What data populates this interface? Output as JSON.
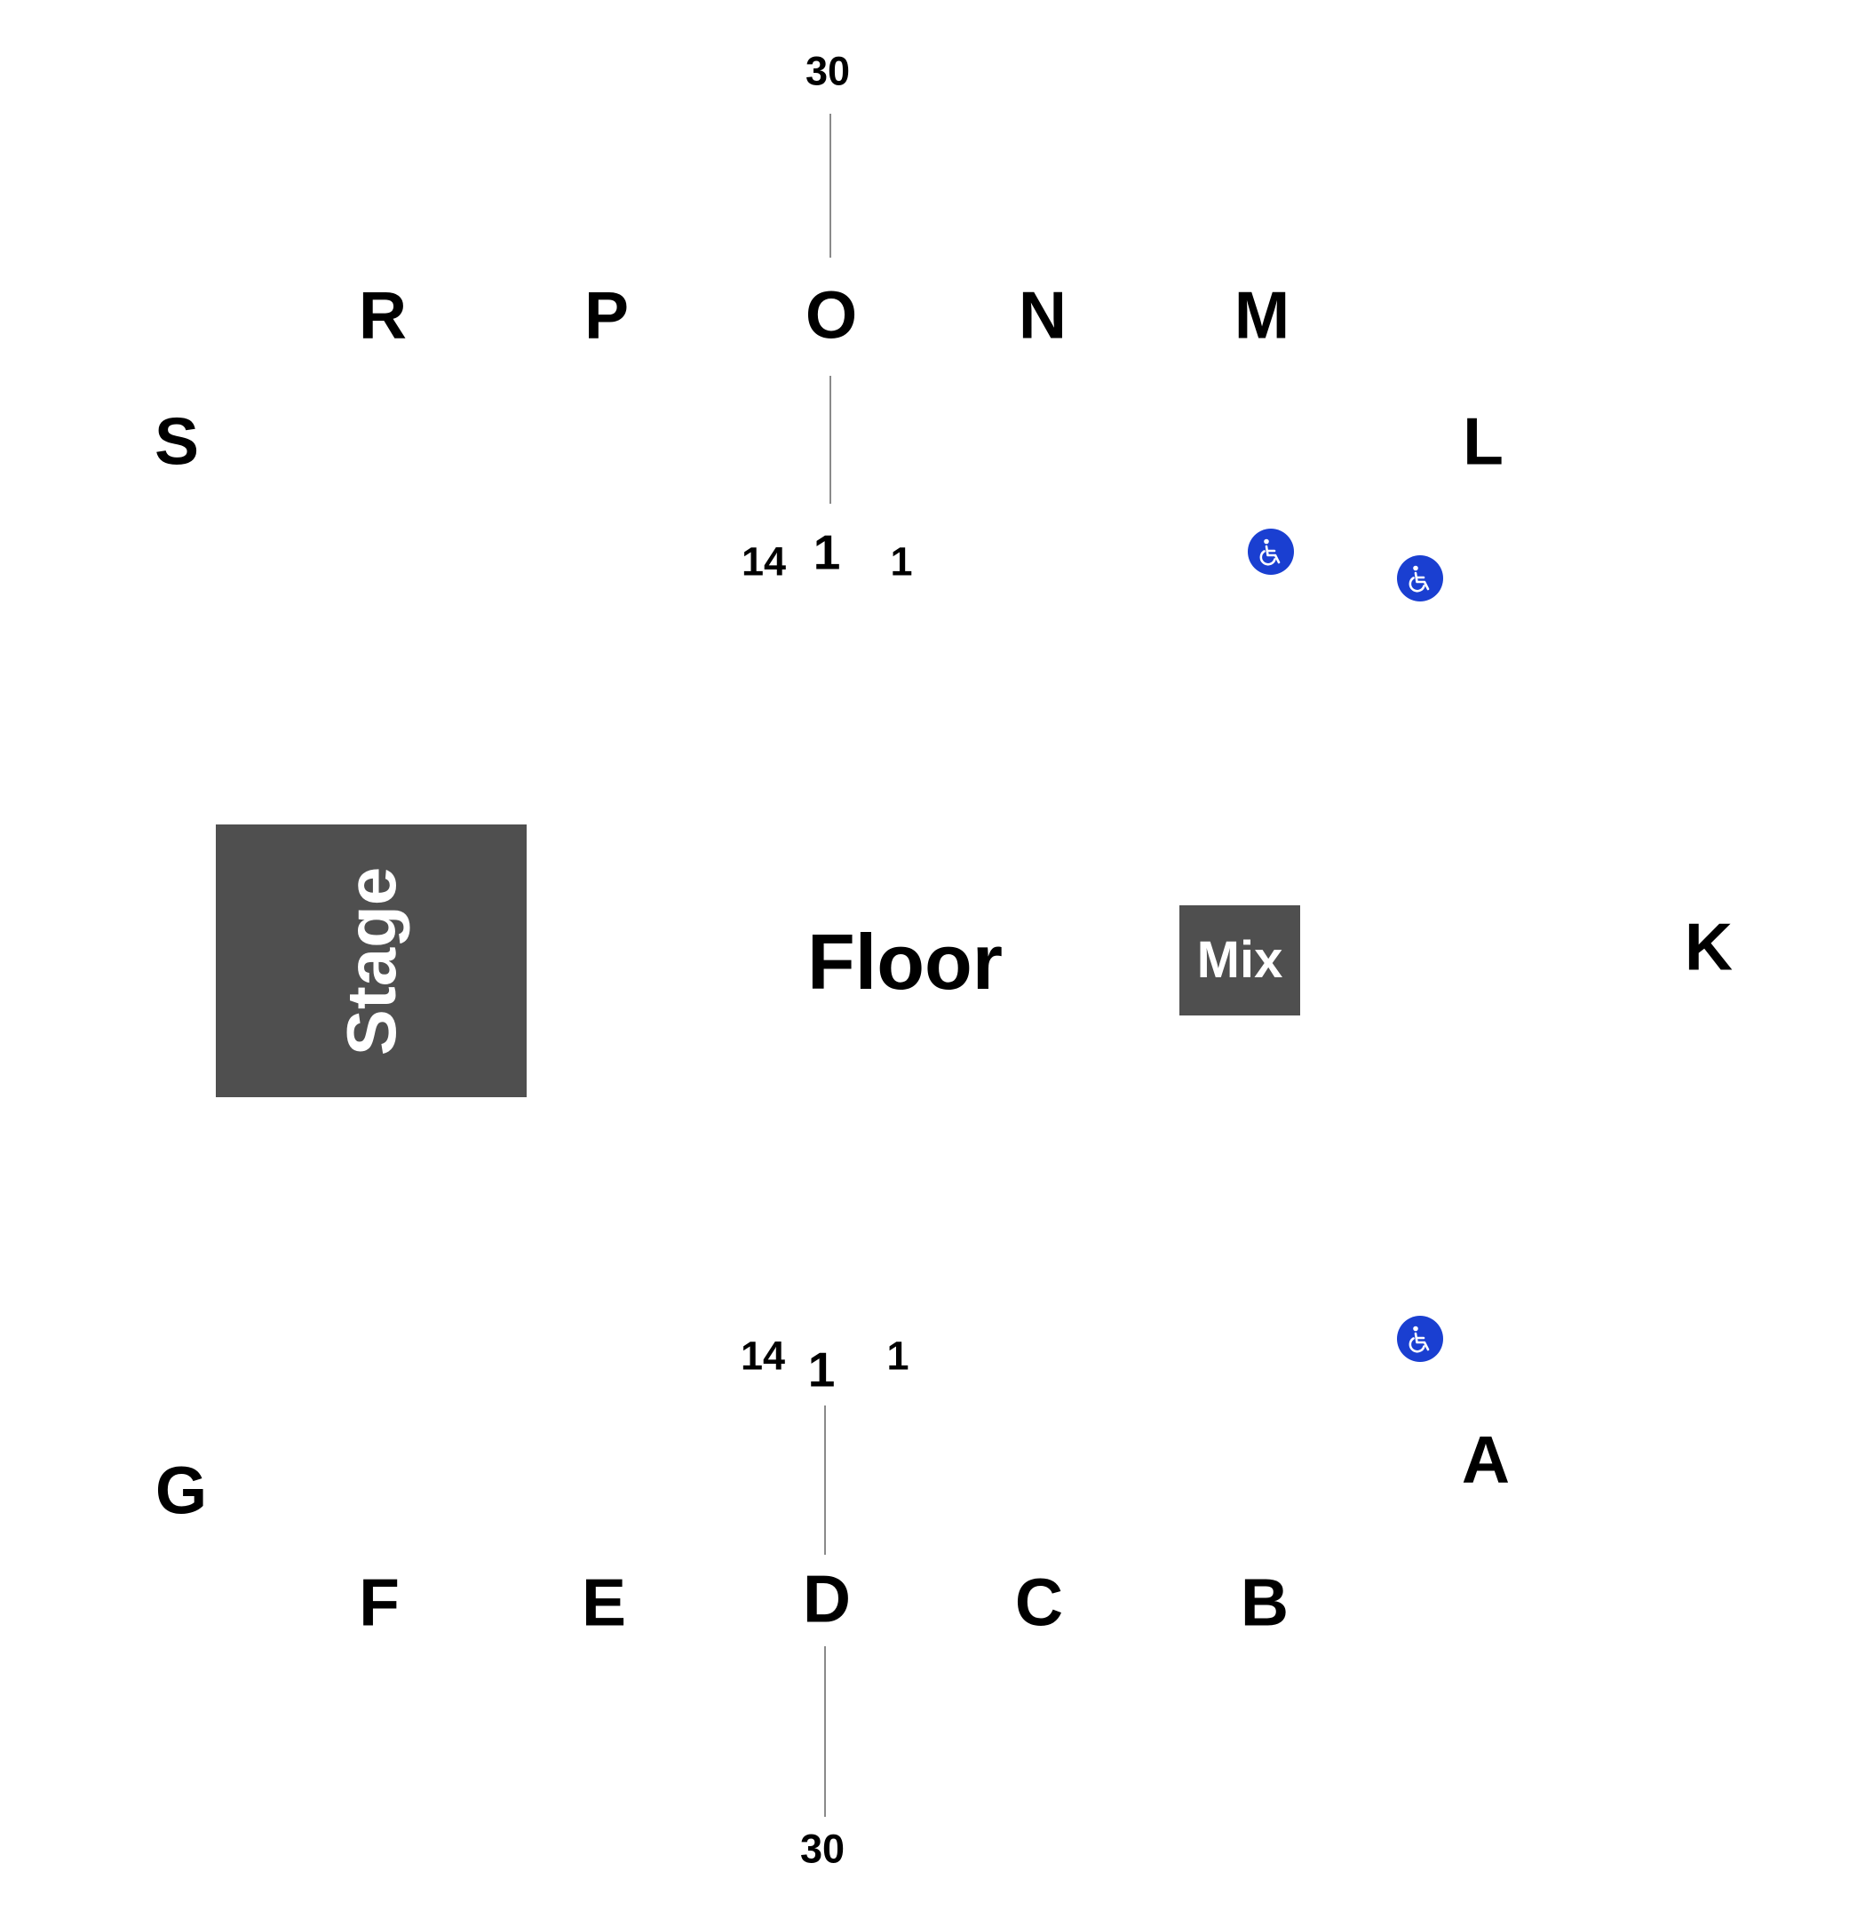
{
  "venue": {
    "stage_label": "Stage",
    "mix_label": "Mix",
    "floor_label": "Floor"
  },
  "sections": {
    "A": "A",
    "B": "B",
    "C": "C",
    "D": "D",
    "E": "E",
    "F": "F",
    "G": "G",
    "K": "K",
    "L": "L",
    "M": "M",
    "N": "N",
    "O": "O",
    "P": "P",
    "R": "R",
    "S": "S"
  },
  "seat_numbers": {
    "upper_top": "30",
    "upper_center": "1",
    "upper_left": "14",
    "upper_right": "1",
    "lower_center": "1",
    "lower_left": "14",
    "lower_right": "1",
    "lower_bottom": "30"
  },
  "accessibility": {
    "icon": "wheelchair-icon",
    "color": "#1a3fd1",
    "count": 3
  },
  "colors": {
    "background": "#ffffff",
    "block_fill": "#4f4f4f",
    "text": "#000000",
    "guide_line": "#8a8a8a"
  }
}
